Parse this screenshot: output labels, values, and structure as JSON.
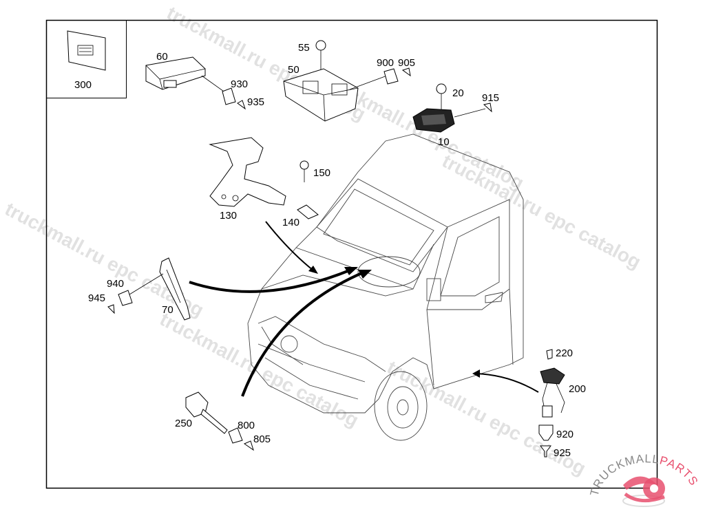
{
  "diagram": {
    "watermark_text": "truckmall.ru epc catalog",
    "callouts": {
      "p300": "300",
      "p60": "60",
      "p55": "55",
      "p50": "50",
      "p900": "900",
      "p905": "905",
      "p930": "930",
      "p935": "935",
      "p20": "20",
      "p915": "915",
      "p10": "10",
      "p150": "150",
      "p130": "130",
      "p140": "140",
      "p940": "940",
      "p945": "945",
      "p70": "70",
      "p220": "220",
      "p200": "200",
      "p250": "250",
      "p800": "800",
      "p805": "805",
      "p920": "920",
      "p925": "925"
    },
    "logo": {
      "text_a": "TRUCKMALL",
      "text_b": "PARTS",
      "color_a": "#888888",
      "color_b": "#e8506e"
    }
  }
}
